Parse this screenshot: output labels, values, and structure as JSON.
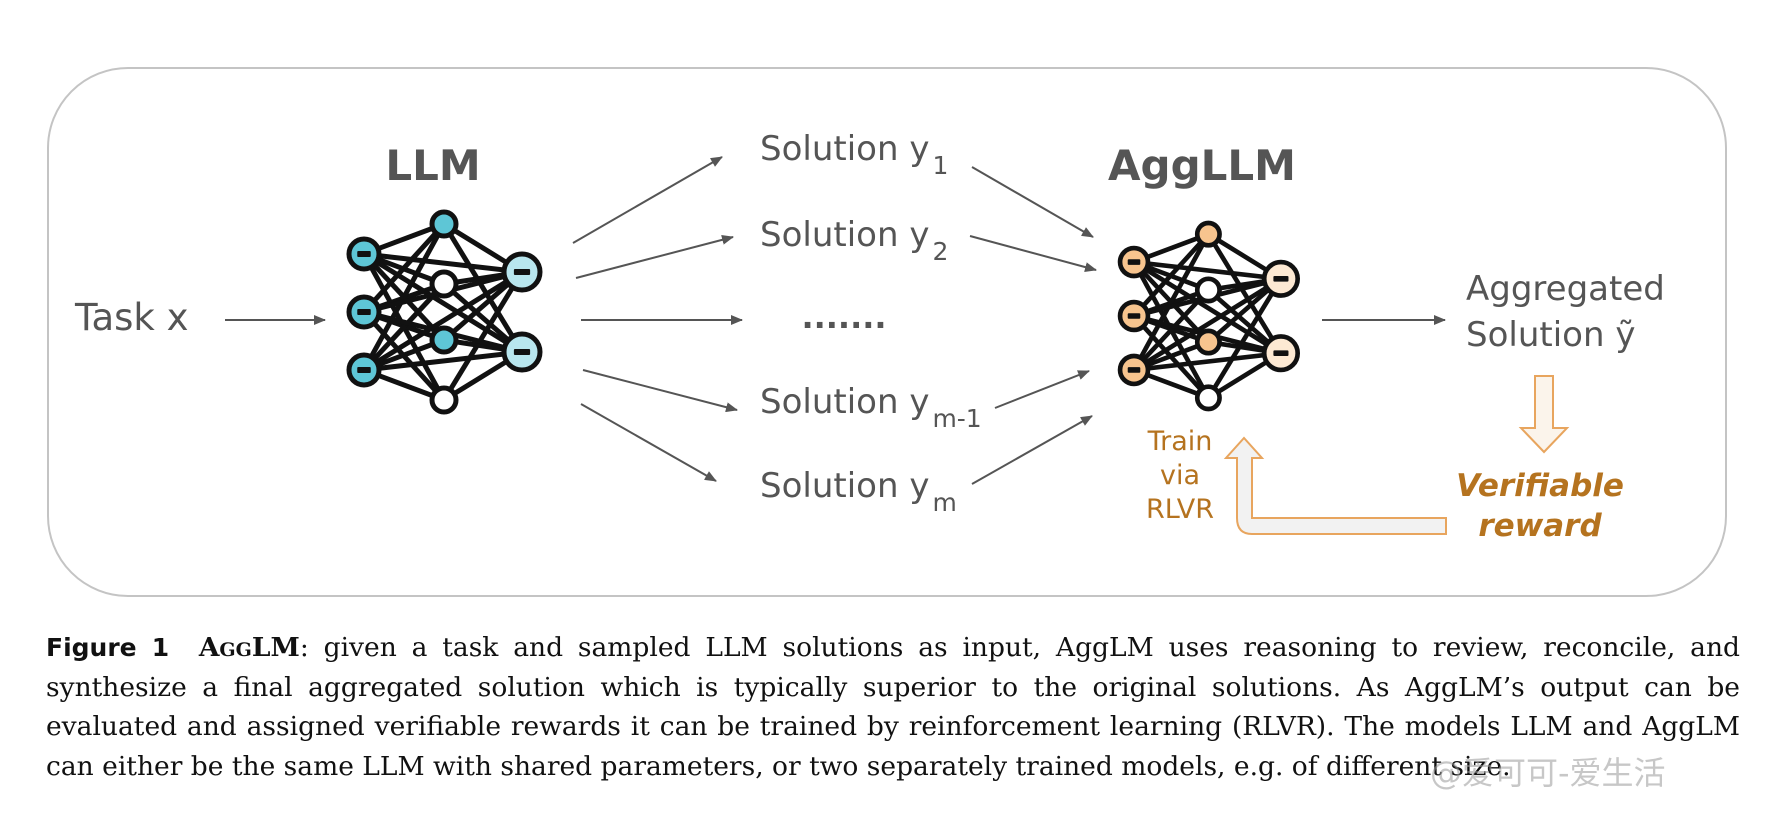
{
  "diagram": {
    "llm_title": "LLM",
    "aggllm_title": "AggLLM",
    "task_label": "Task x",
    "solutions": [
      {
        "text": "Solution y",
        "sub": "1"
      },
      {
        "text": "Solution y",
        "sub": "2"
      },
      {
        "text": "Solution y",
        "sub": "m-1"
      },
      {
        "text": "Solution y",
        "sub": "m"
      }
    ],
    "ellipsis": ".......",
    "aggregated_line1": "Aggregated",
    "aggregated_line2": "Solution ỹ",
    "train_lines": [
      "Train",
      "via",
      "RLVR"
    ],
    "reward_lines": [
      "Verifiable",
      "reward"
    ],
    "colors": {
      "llm_node": "#5ec6d6",
      "llm_node_light": "#b8e6ee",
      "agg_node": "#f7c48e",
      "agg_node_light": "#fde9d3",
      "accent": "#b5731f",
      "text_gray": "#555555",
      "arrow_gray": "#555555"
    }
  },
  "caption": {
    "figure_label": "Figure 1",
    "name": "AggLM",
    "body": ": given a task and sampled LLM solutions as input, AggLM uses reasoning to review, reconcile, and synthesize a final aggregated solution which is typically superior to the original solutions. As AggLM’s output can be evaluated and assigned verifiable rewards it can be trained by reinforcement learning (RLVR). The models LLM and AggLM can either be the same LLM with shared parameters, or two separately trained models, e.g. of different size."
  },
  "watermark": "@爱可可-爱生活"
}
